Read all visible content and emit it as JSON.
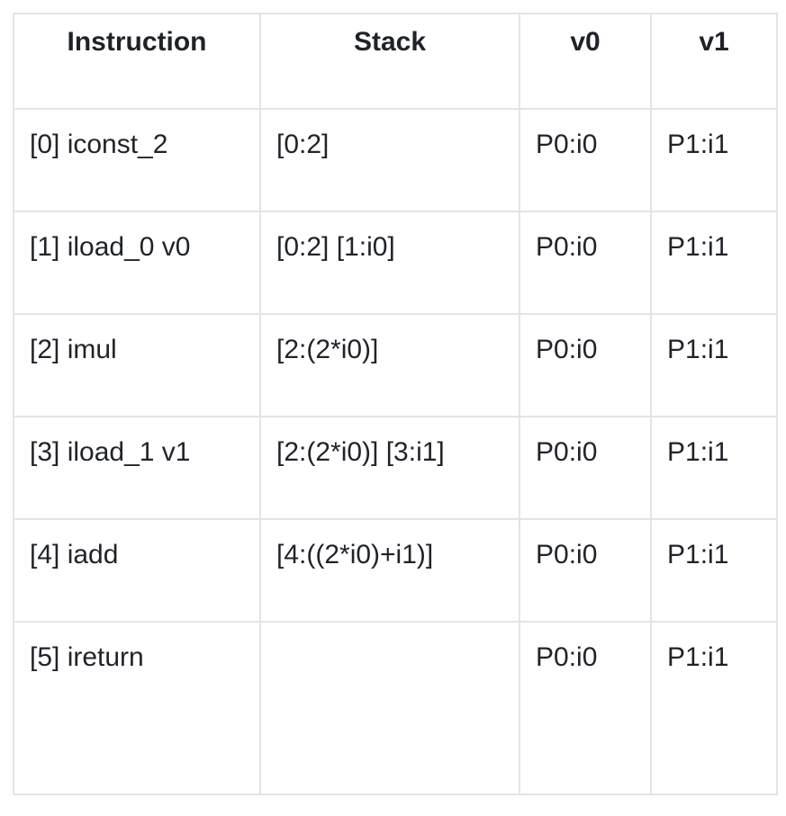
{
  "colors": {
    "background": "#ffffff",
    "table_border": "#e1e4e8",
    "text": "#1f2329"
  },
  "table": {
    "headers": [
      "Instruction",
      "Stack",
      "v0",
      "v1"
    ],
    "rows": [
      {
        "instruction": "[0] iconst_2",
        "stack": "[0:2]",
        "v0": "P0:i0",
        "v1": "P1:i1"
      },
      {
        "instruction": "[1] iload_0 v0",
        "stack": "[0:2] [1:i0]",
        "v0": "P0:i0",
        "v1": "P1:i1"
      },
      {
        "instruction": "[2] imul",
        "stack": "[2:(2*i0)]",
        "v0": "P0:i0",
        "v1": "P1:i1"
      },
      {
        "instruction": "[3] iload_1 v1",
        "stack": "[2:(2*i0)] [3:i1]",
        "v0": "P0:i0",
        "v1": "P1:i1"
      },
      {
        "instruction": "[4] iadd",
        "stack": "[4:((2*i0)+i1)]",
        "v0": "P0:i0",
        "v1": "P1:i1"
      },
      {
        "instruction": "[5] ireturn",
        "stack": "",
        "v0": "P0:i0",
        "v1": "P1:i1"
      }
    ]
  }
}
